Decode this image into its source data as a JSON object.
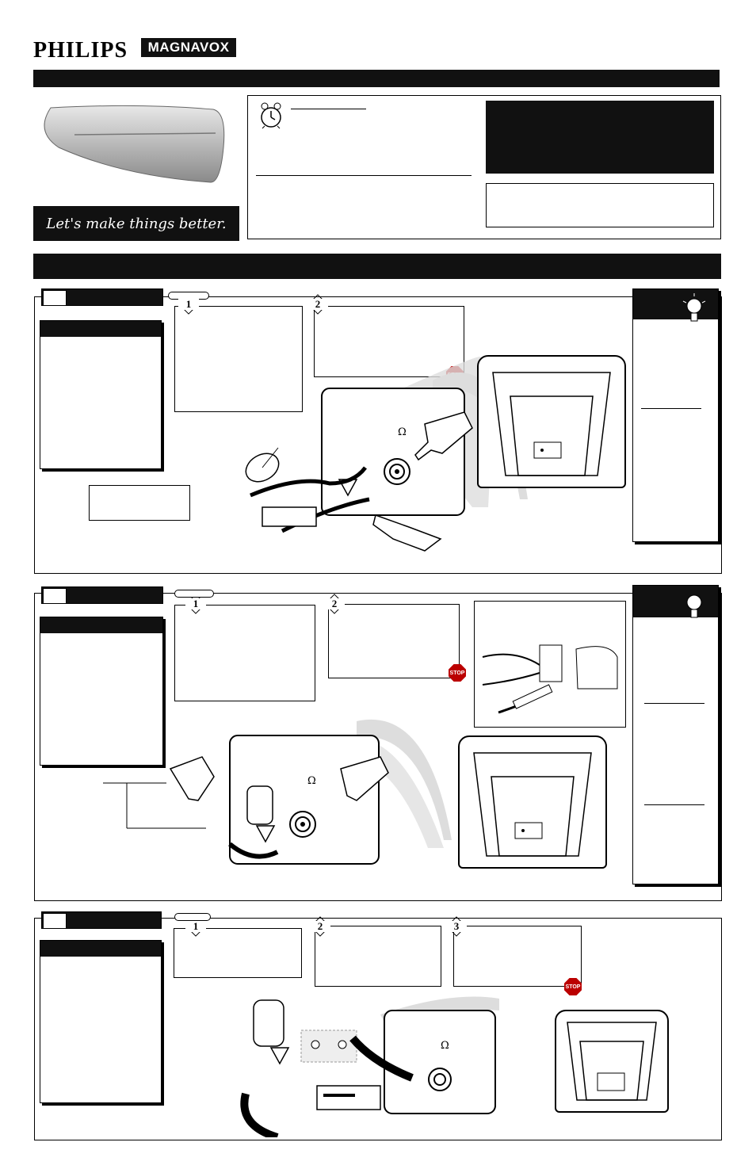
{
  "header": {
    "brand": "PHILIPS",
    "sub_brand": "MAGNAVOX",
    "tagline": "Let's make things better."
  },
  "symbols": {
    "omega": "Ω",
    "stop": "STOP"
  },
  "sections": [
    {
      "steps": [
        "1",
        "2"
      ]
    },
    {
      "steps": [
        "1",
        "2"
      ]
    },
    {
      "steps": [
        "1",
        "2",
        "3"
      ]
    }
  ],
  "colors": {
    "bar": "#111111",
    "stop_red": "#b00000"
  }
}
